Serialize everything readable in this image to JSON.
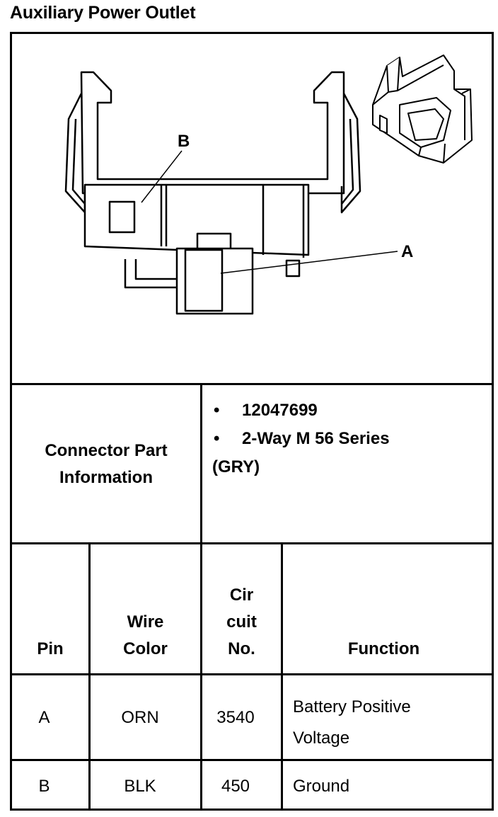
{
  "title": "Auxiliary Power Outlet",
  "diagram": {
    "callout_a": "A",
    "callout_b": "B"
  },
  "connector_info": {
    "label_line1": "Connector Part",
    "label_line2": "Information",
    "part_number": "12047699",
    "description_line1": "2-Way M 56 Series",
    "description_line2": "(GRY)"
  },
  "table": {
    "headers": {
      "pin": "Pin",
      "wire_color_line1": "Wire",
      "wire_color_line2": "Color",
      "circuit_line1": "Cir",
      "circuit_line2": "cuit",
      "circuit_line3": "No.",
      "function": "Function"
    },
    "rows": [
      {
        "pin": "A",
        "wire_color": "ORN",
        "circuit": "3540",
        "function_line1": "Battery Positive",
        "function_line2": "Voltage"
      },
      {
        "pin": "B",
        "wire_color": "BLK",
        "circuit": "450",
        "function_line1": "Ground",
        "function_line2": ""
      }
    ]
  }
}
